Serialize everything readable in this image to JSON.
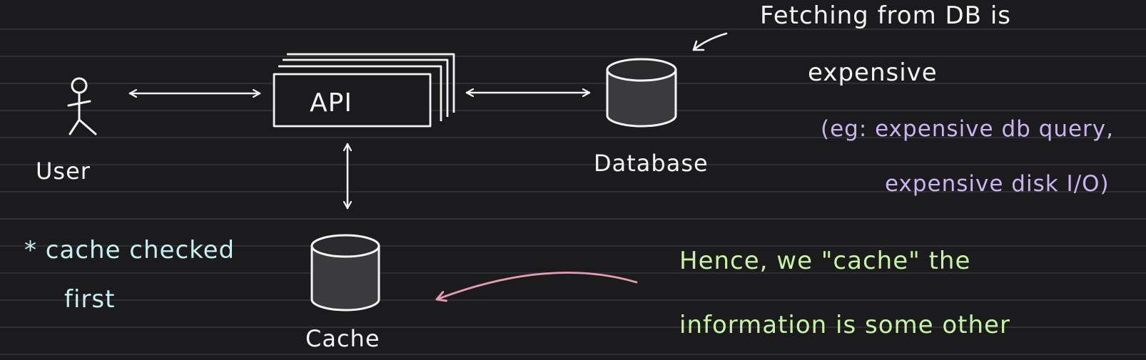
{
  "diagram": {
    "nodes": {
      "user": "User",
      "api": "API",
      "database": "Database",
      "cache": "Cache"
    },
    "notes": {
      "fetching_line1": "Fetching from DB is",
      "fetching_line2": "expensive",
      "example_line1": "(eg: expensive db query,",
      "example_line2": "expensive disk I/O)",
      "cache_checked_line1": "* cache checked",
      "cache_checked_line2": "first",
      "hence_line1": "Hence, we \"cache\" the",
      "hence_line2": "information is some other"
    },
    "colors": {
      "background": "#1b1a1c",
      "ink": "#f3f3f3",
      "note_cyan": "#c6eef0",
      "note_lavender": "#c9b3f1",
      "note_green": "#c6f4a2",
      "arrow_pink": "#e59bb0"
    }
  }
}
